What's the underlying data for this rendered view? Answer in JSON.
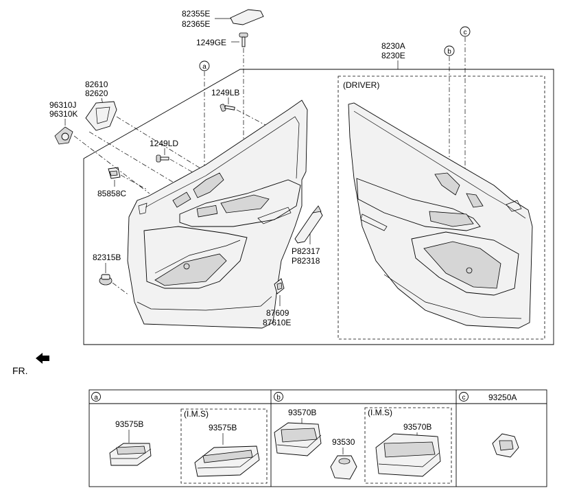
{
  "labels": {
    "p82355": "82355E",
    "p82365": "82365E",
    "p1249ge": "1249GE",
    "p8230a": "8230A",
    "p8230e": "8230E",
    "p82610": "82610",
    "p82620": "82620",
    "p96310j": "96310J",
    "p96310k": "96310K",
    "p1249lb": "1249LB",
    "p1249ld": "1249LD",
    "p85858c": "85858C",
    "p82315b": "82315B",
    "p82317": "P82317",
    "p82318": "P82318",
    "p87609": "87609",
    "p87610e": "87610E",
    "driver": "(DRIVER)",
    "fr": "FR."
  },
  "callouts": {
    "a": "a",
    "b": "b",
    "c": "c"
  },
  "table": {
    "col_a": {
      "marker": "a",
      "main": "93575B",
      "ims_label": "(I.M.S)",
      "ims_part": "93575B"
    },
    "col_b": {
      "marker": "b",
      "main": "93570B",
      "second": "93530",
      "ims_label": "(I.M.S)",
      "ims_part": "93570B"
    },
    "col_c": {
      "marker": "c",
      "header_part": "93250A"
    }
  }
}
